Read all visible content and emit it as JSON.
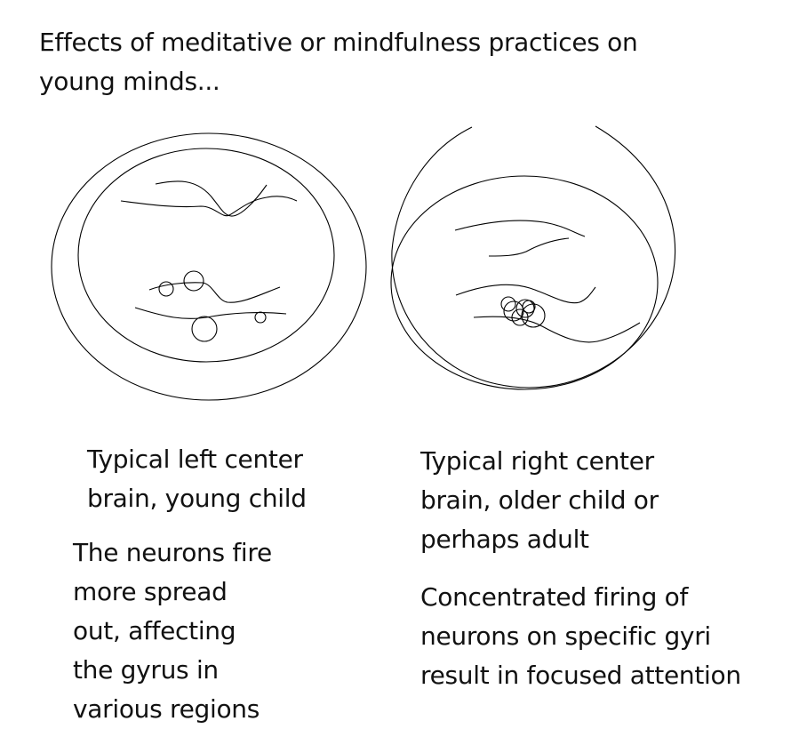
{
  "title": "Effects of meditative or mindfulness practices on\nyoung minds...",
  "left": {
    "caption": "Typical left center\nbrain, young child",
    "description": "The neurons fire\nmore spread\nout, affecting\nthe gyrus in\nvarious regions"
  },
  "right": {
    "caption": "Typical right center\nbrain, older child or\nperhaps adult",
    "description": "Concentrated firing of\nneurons on specific gyri\nresult in focused attention"
  },
  "colors": {
    "stroke": "#000000",
    "text": "#111111",
    "background": "#ffffff"
  }
}
